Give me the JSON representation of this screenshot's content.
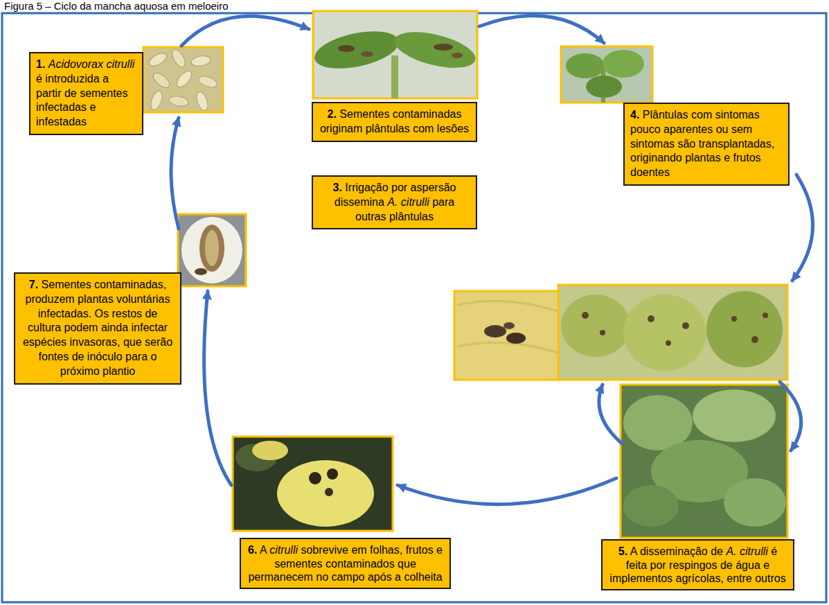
{
  "diagram": {
    "title": "Figura 5 – Ciclo da mancha aquosa em meloeiro",
    "nodes": [
      {
        "text": [
          "1. Acidovorax citrulli é introduzida a partir de sementes infectadas e infestadas"
        ]
      },
      {
        "text": [
          "2. Sementes contaminadas originam plântulas com lesões"
        ]
      },
      {
        "text": [
          "3. Irrigação por aspersão dissemina A. citrulli para outras plântulas"
        ]
      },
      {
        "text": [
          "4. Plântulas com sintomas pouco aparentes ou sem sintomas são transplantadas, originando plantas e frutos doentes"
        ]
      },
      {
        "text": [
          "5. A disseminação de A. citrulli é feita por respingos de água e implementos agrícolas, entre outros"
        ]
      },
      {
        "text": [
          "6. A citrulli sobrevive em folhas, frutos e sementes contaminados que permanecem no campo após a colheita"
        ]
      },
      {
        "text": [
          "7. Sementes contaminadas, produzem plantas voluntárias infectadas. Os restos de cultura podem ainda infectar espécies invasoras, que serão fontes de inóculo para o próximo plantio"
        ]
      }
    ]
  }
}
